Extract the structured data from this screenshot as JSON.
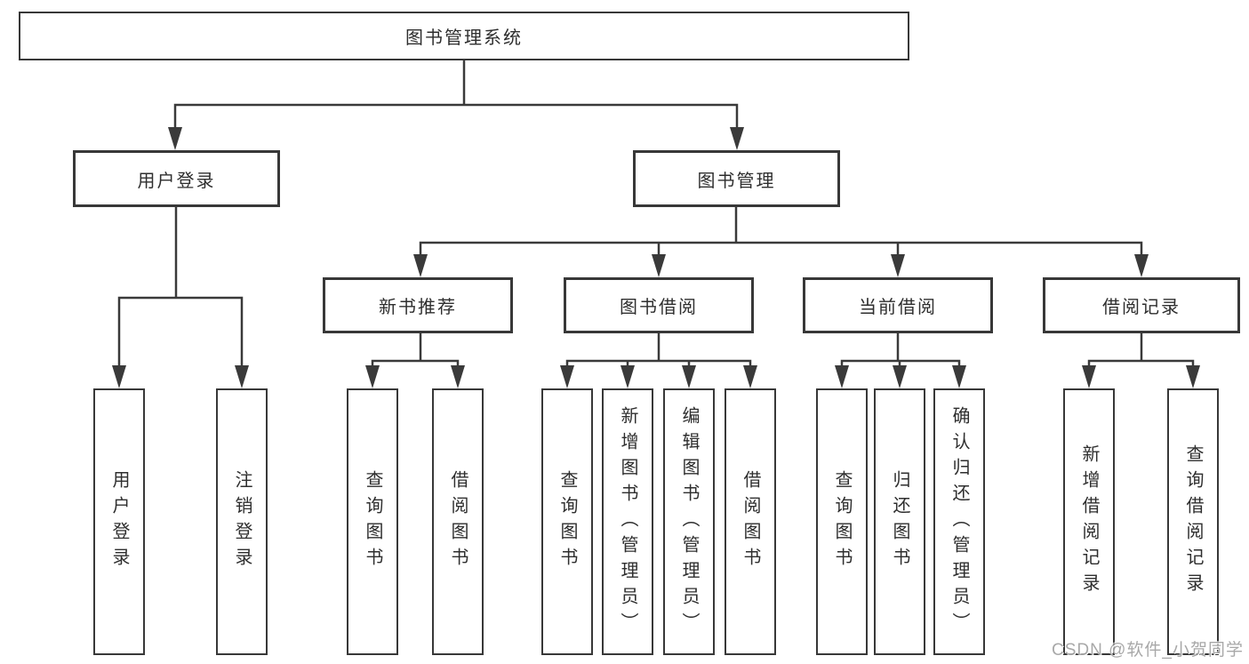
{
  "diagram": {
    "root": {
      "label": "图书管理系统"
    },
    "level2": [
      {
        "label": "用户登录"
      },
      {
        "label": "图书管理"
      }
    ],
    "level3": [
      {
        "label": "新书推荐",
        "parent": "图书管理"
      },
      {
        "label": "图书借阅",
        "parent": "图书管理"
      },
      {
        "label": "当前借阅",
        "parent": "图书管理"
      },
      {
        "label": "借阅记录",
        "parent": "图书管理"
      }
    ],
    "leaves": [
      {
        "label": "用户登录",
        "parent": "用户登录"
      },
      {
        "label": "注销登录",
        "parent": "用户登录"
      },
      {
        "label": "查询图书",
        "parent": "新书推荐"
      },
      {
        "label": "借阅图书",
        "parent": "新书推荐"
      },
      {
        "label": "查询图书",
        "parent": "图书借阅"
      },
      {
        "label": "新增图书（管理员）",
        "parent": "图书借阅"
      },
      {
        "label": "编辑图书（管理员）",
        "parent": "图书借阅"
      },
      {
        "label": "借阅图书",
        "parent": "图书借阅"
      },
      {
        "label": "查询图书",
        "parent": "当前借阅"
      },
      {
        "label": "归还图书",
        "parent": "当前借阅"
      },
      {
        "label": "确认归还（管理员）",
        "parent": "当前借阅"
      },
      {
        "label": "新增借阅记录",
        "parent": "借阅记录"
      },
      {
        "label": "查询借阅记录",
        "parent": "借阅记录"
      }
    ],
    "colors": {
      "line": "#3a3a3a",
      "border": "#383838",
      "text": "#2e2e2e",
      "background": "#ffffff",
      "watermark": "#9e9e9e"
    },
    "watermark": "CSDN @软件_小贺同学"
  }
}
